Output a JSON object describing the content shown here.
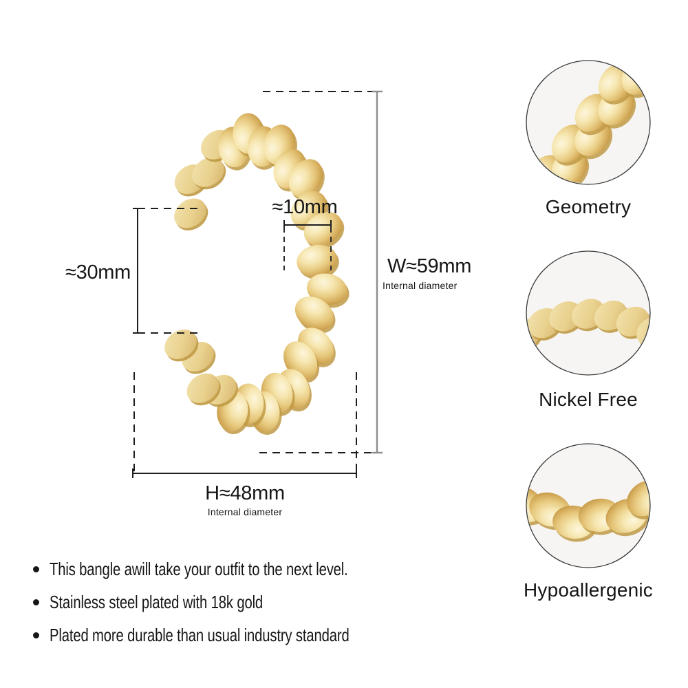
{
  "measurements": {
    "bead_width": "≈10mm",
    "opening": "≈30mm",
    "width": "W≈59mm",
    "width_note": "Internal diameter",
    "height": "H≈48mm",
    "height_note": "Internal diameter"
  },
  "features": [
    {
      "name": "geometry",
      "label": "Geometry"
    },
    {
      "name": "nickel-free",
      "label": "Nickel Free"
    },
    {
      "name": "hypoallergenic",
      "label": "Hypoallergenic"
    }
  ],
  "bullets": [
    "This bangle awill take your outfit to the next level.",
    "Stainless steel plated with 18k gold",
    "Plated more durable than usual industry standard"
  ],
  "colors": {
    "gold_highlight": "#fdf6dc",
    "gold_light": "#f6e6b0",
    "gold_mid": "#e7c97e",
    "gold_dark": "#d2a857",
    "gold_deep": "#bb913e",
    "gold_rim": "#c09a45",
    "gold_flat_light": "#f3e4b0",
    "gold_flat_mid": "#e9d18e",
    "gold_flat_dark": "#d4b269",
    "circle_bg": "#f6f5f3",
    "line_dark": "#1d1d1d",
    "line_gray": "#8c8c8c",
    "text": "#161616"
  }
}
